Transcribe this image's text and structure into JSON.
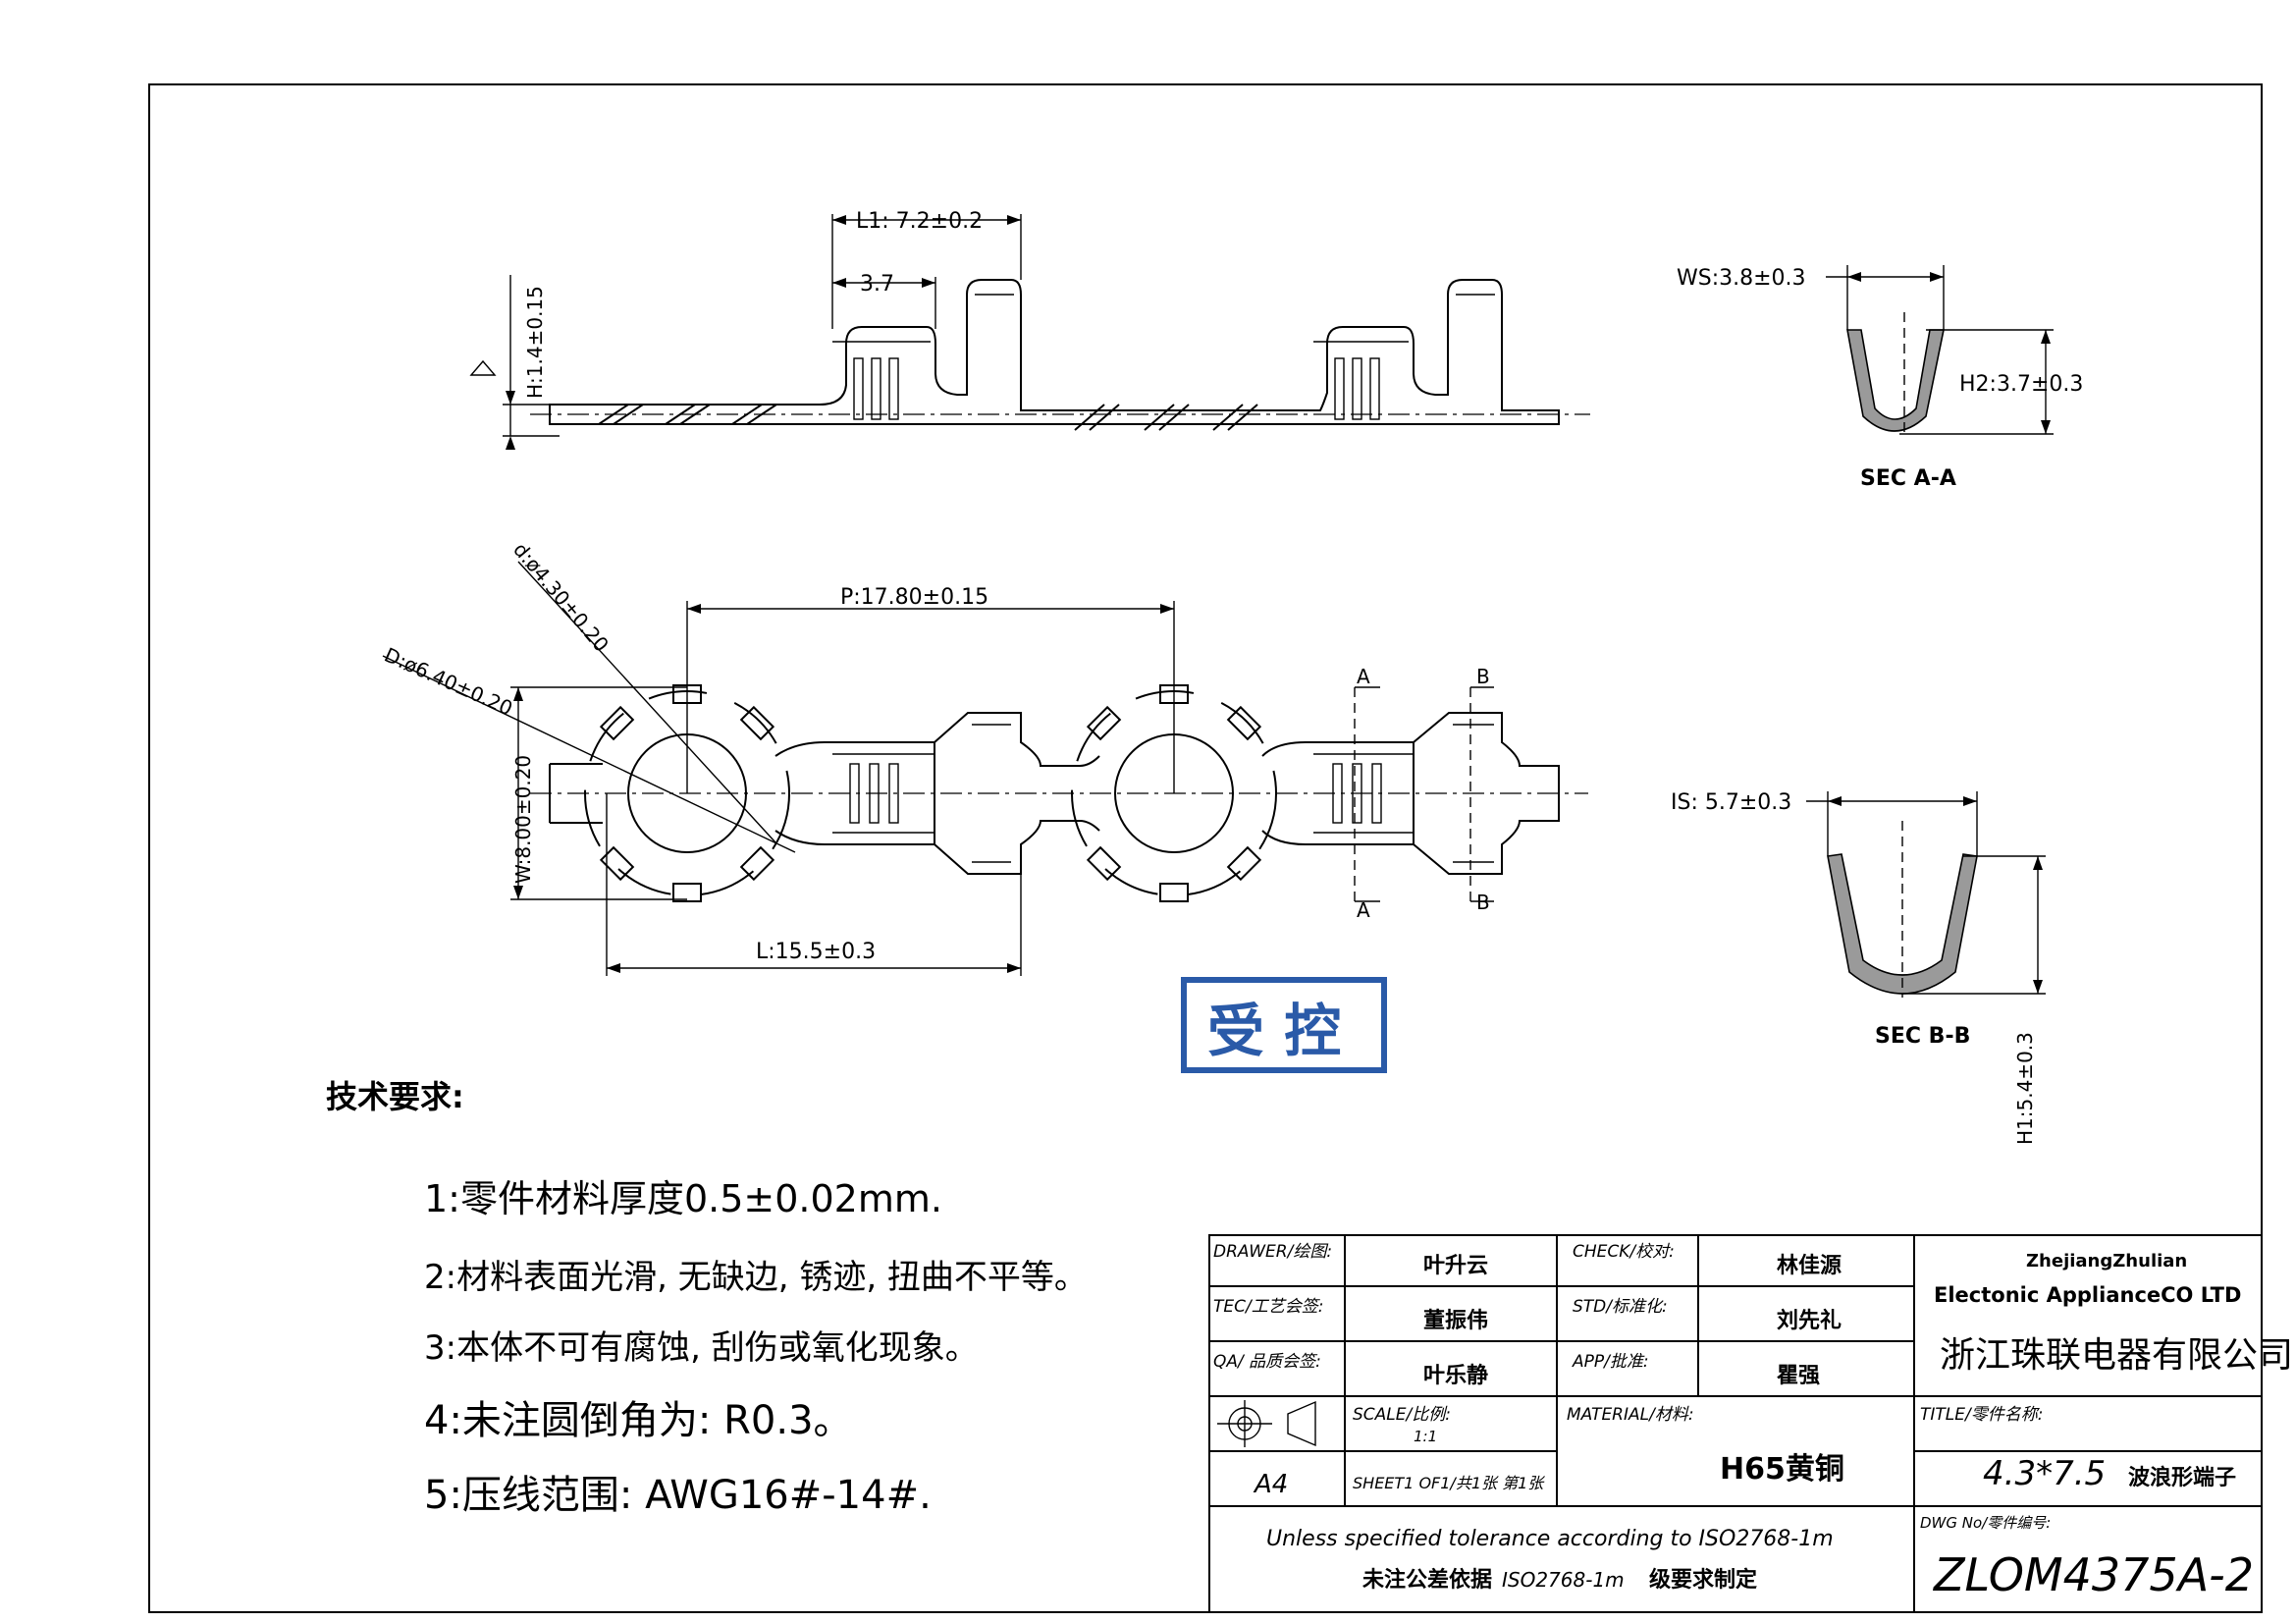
{
  "dims": {
    "l1": "L1: 7.2±0.2",
    "d37": "3.7",
    "h14": "H:1.4±0.15",
    "ws": "WS:3.8±0.3",
    "h2": "H2:3.7±0.3",
    "sec_aa": "SEC A-A",
    "p": "P:17.80±0.15",
    "d_small": "d:ø4.30±0.20",
    "d_big": "D:ø6.40±0.20",
    "w": "W:8.00±0.20",
    "l": "L:15.5±0.3",
    "is": "IS: 5.7±0.3",
    "sec_bb": "SEC B-B",
    "h1": "H1:5.4±0.3",
    "cut_a": "A",
    "cut_b": "B"
  },
  "stamp": "受 控",
  "requirements": {
    "heading": "技术要求:",
    "items": [
      "1:零件材料厚度0.5±0.02mm.",
      "2:材料表面光滑, 无缺边, 锈迹, 扭曲不平等。",
      "3:本体不可有腐蚀, 刮伤或氧化现象。",
      "4:未注圆倒角为: R0.3。",
      "5:压线范围: AWG16#-14#."
    ]
  },
  "title_block": {
    "drawer_label": "DRAWER/绘图:",
    "drawer": "叶升云",
    "check_label": "CHECK/校对:",
    "check": "林佳源",
    "tec_label": "TEC/工艺会签:",
    "tec": "董振伟",
    "std_label": "STD/标准化:",
    "std": "刘先礼",
    "qa_label": "QA/ 品质会签:",
    "qa": "叶乐静",
    "app_label": "APP/批准:",
    "app": "瞿强",
    "scale_label": "SCALE/比例:",
    "scale": "1:1",
    "material_label": "MATERIAL/材料:",
    "material": "H65黄铜",
    "title_label": "TITLE/零件名称:",
    "title": "4.3*7.5",
    "title_suffix": "波浪形端子",
    "paper": "A4",
    "sheet": "SHEET1 OF1/共1张 第1张",
    "company_en1": "ZhejiangZhulian",
    "company_en2": "Electonic ApplianceCO LTD",
    "company_cn": "浙江珠联电器有限公司",
    "tolerance_en": "Unless specified tolerance according to ISO2768-1m",
    "tolerance_cn_a": "未注公差依据",
    "tolerance_cn_b": "ISO2768-1m",
    "tolerance_cn_c": "级要求制定",
    "dwg_label": "DWG No/零件编号:",
    "dwg": "ZLOM4375A-2"
  }
}
